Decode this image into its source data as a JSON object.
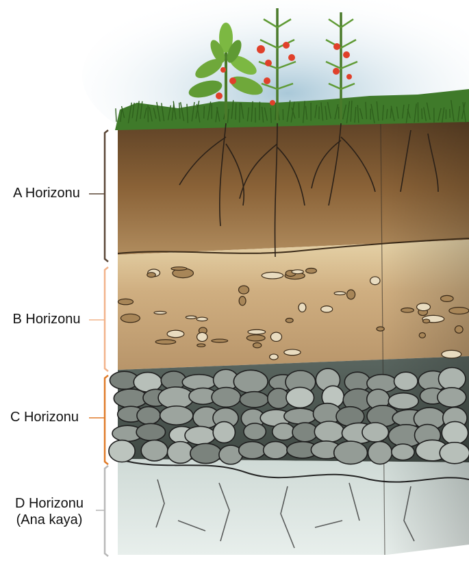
{
  "horizons": [
    {
      "id": "a",
      "label": "A Horizonu",
      "sublabel": "",
      "bracket_color": "#5a4636"
    },
    {
      "id": "b",
      "label": "B Horizonu",
      "sublabel": "",
      "bracket_color": "#f2b38a"
    },
    {
      "id": "c",
      "label": "C Horizonu",
      "sublabel": "",
      "bracket_color": "#e07a28"
    },
    {
      "id": "d",
      "label": "D Horizonu",
      "sublabel": "(Ana kaya)",
      "bracket_color": "#b8b8b8"
    }
  ],
  "colors": {
    "sky": "#b9d3e0",
    "grass": "#3f7a2a",
    "topsoil": "#8a5e33",
    "subsoil": "#cfa877",
    "stones": "#6f7a72",
    "bedrock": "#d9e3df",
    "fruit": "#e0402a"
  }
}
